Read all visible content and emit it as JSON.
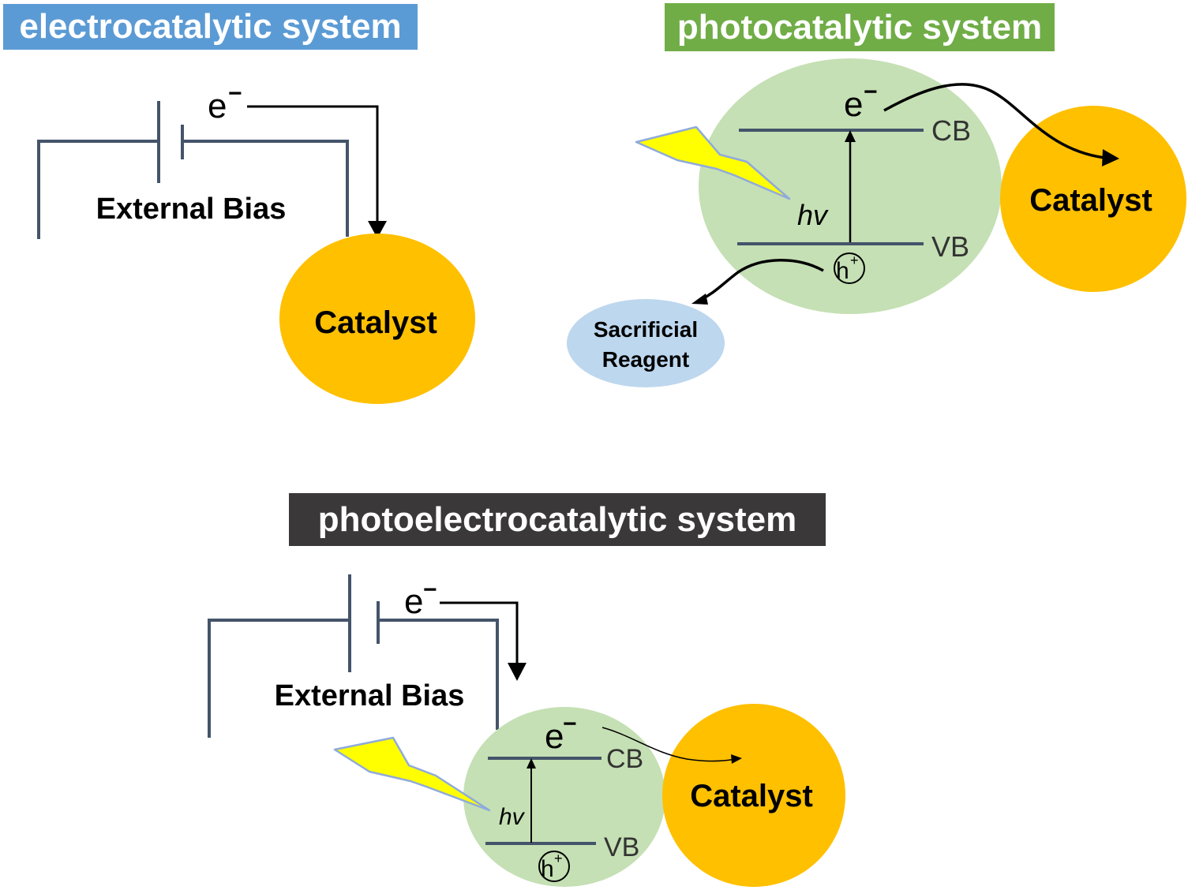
{
  "titles": {
    "electrocatalytic": "electrocatalytic system",
    "photocatalytic": "photocatalytic system",
    "photoelectrocatalytic": "photoelectrocatalytic system"
  },
  "labels": {
    "external_bias": "External Bias",
    "catalyst": "Catalyst",
    "electron": "e",
    "minus": "−",
    "hole": "h",
    "plus": "+",
    "conduction_band": "CB",
    "valence_band": "VB",
    "photon_energy": "hv",
    "sacrificial_line1": "Sacrificial",
    "sacrificial_line2": "Reagent"
  },
  "colors": {
    "electro_title_bg": "#5b9bd5",
    "photo_title_bg": "#70ad47",
    "photoelectro_title_bg": "#3a3838",
    "catalyst_fill": "#ffc000",
    "semiconductor_fill": "#c5e0b4",
    "sacrificial_fill": "#bdd7ee",
    "circuit_wire": "#44546a",
    "lightning_fill": "#ffff00",
    "lightning_stroke": "#8faadc"
  },
  "icons": {
    "lightning": "lightning-bolt-icon",
    "battery": "battery-symbol-icon"
  }
}
